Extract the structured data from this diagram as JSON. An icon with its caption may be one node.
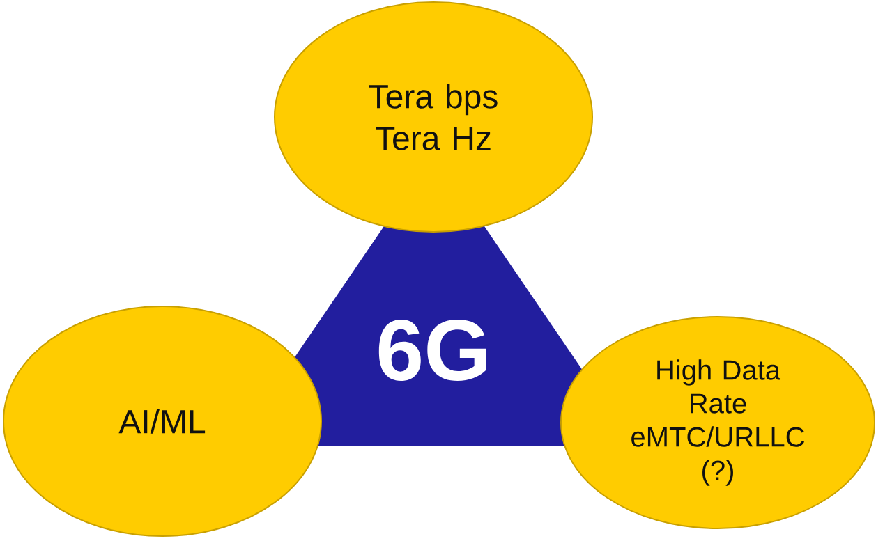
{
  "diagram": {
    "nodes": [
      {
        "text": [
          "Tera bps Tera Hz"
        ]
      },
      {
        "text": [
          "6G"
        ]
      },
      {
        "text": [
          "AI/ML"
        ]
      },
      {
        "text": [
          "High Data Rate eMTC/URLLC (?)"
        ]
      }
    ]
  }
}
